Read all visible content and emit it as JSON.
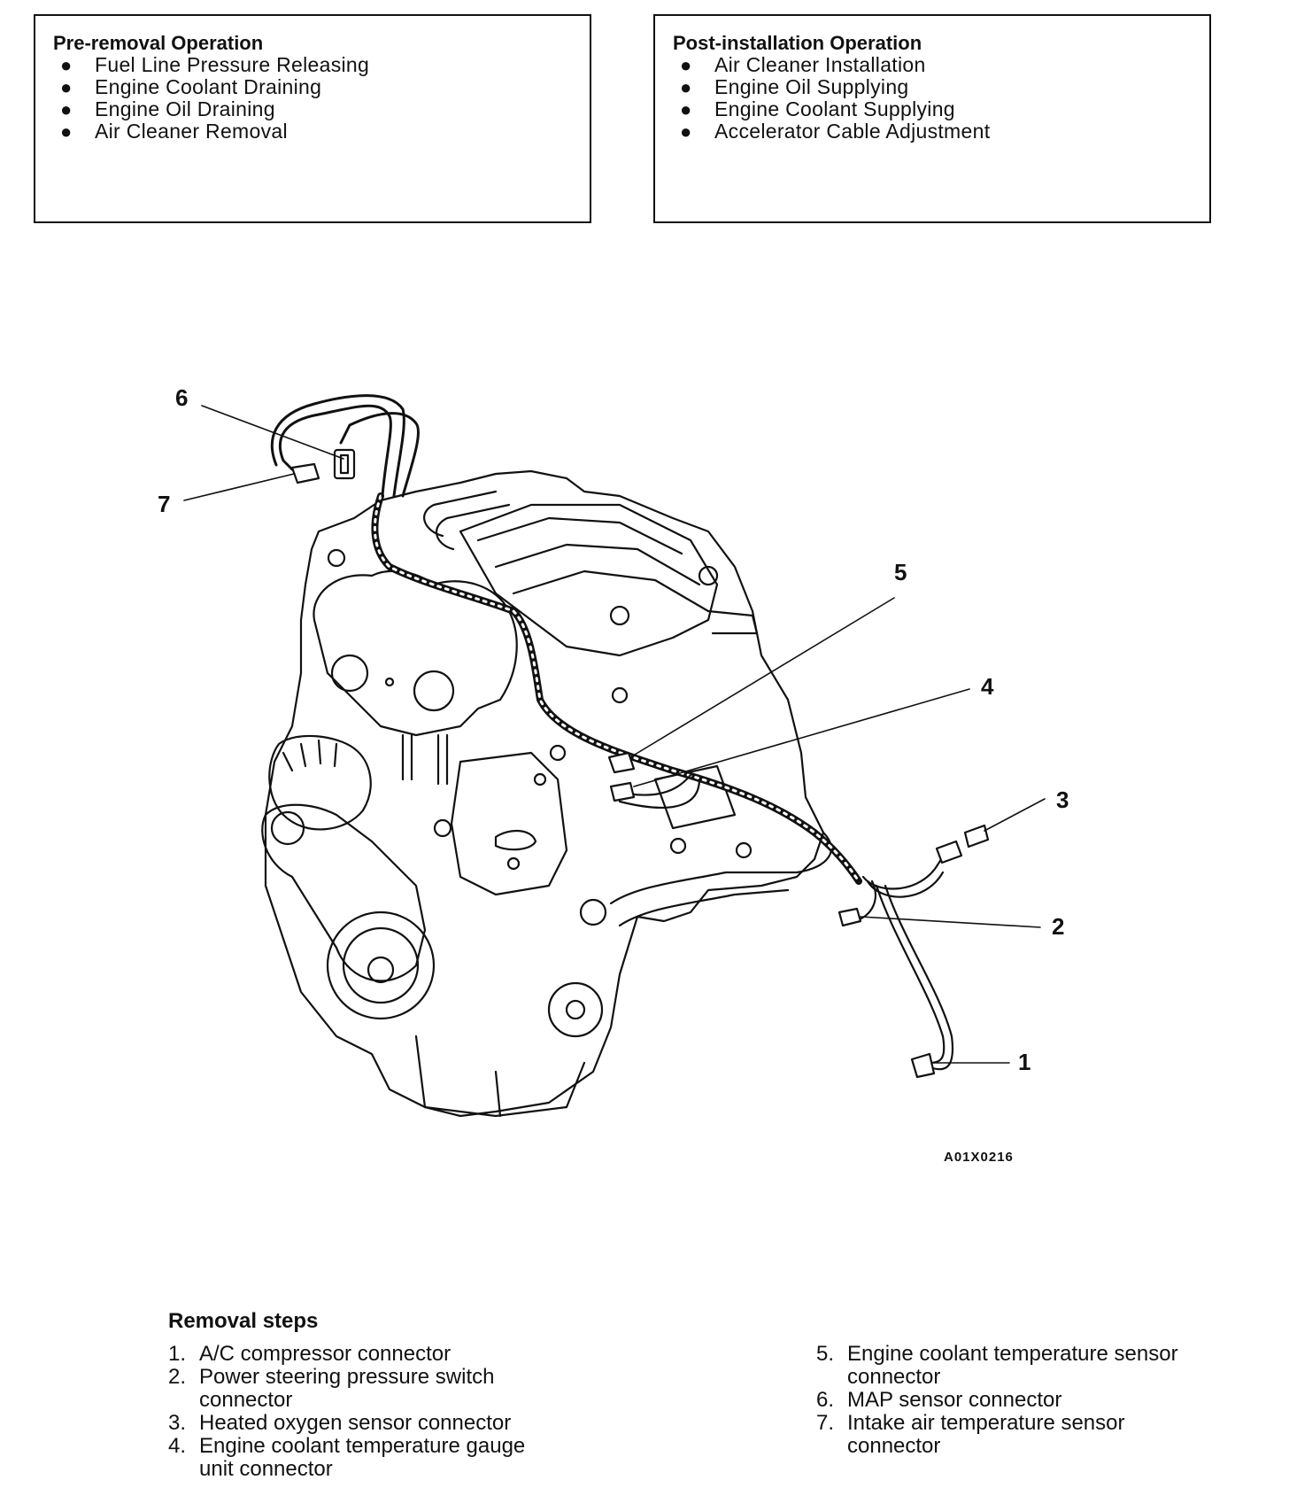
{
  "pre_removal": {
    "title": "Pre-removal Operation",
    "items": [
      "Fuel Line Pressure Releasing",
      "Engine Coolant Draining",
      "Engine Oil Draining",
      "Air Cleaner Removal"
    ]
  },
  "post_installation": {
    "title": "Post-installation Operation",
    "items": [
      "Air Cleaner Installation",
      "Engine Oil Supplying",
      "Engine Coolant Supplying",
      "Accelerator Cable Adjustment"
    ]
  },
  "diagram": {
    "callouts": [
      "1",
      "2",
      "3",
      "4",
      "5",
      "6",
      "7"
    ],
    "figure_code": "A01X0216"
  },
  "removal_steps": {
    "title": "Removal steps",
    "left": [
      {
        "num": "1.",
        "lines": [
          "A/C compressor connector"
        ]
      },
      {
        "num": "2.",
        "lines": [
          "Power steering pressure switch",
          "connector"
        ]
      },
      {
        "num": "3.",
        "lines": [
          "Heated oxygen sensor connector"
        ]
      },
      {
        "num": "4.",
        "lines": [
          "Engine coolant temperature gauge",
          "unit connector"
        ]
      }
    ],
    "right": [
      {
        "num": "5.",
        "lines": [
          "Engine coolant temperature sensor",
          "connector"
        ]
      },
      {
        "num": "6.",
        "lines": [
          "MAP sensor connector"
        ]
      },
      {
        "num": "7.",
        "lines": [
          "Intake air temperature sensor",
          "connector"
        ]
      }
    ]
  }
}
